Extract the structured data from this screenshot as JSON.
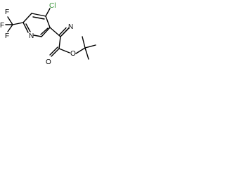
{
  "molecule": {
    "atoms": {
      "f_top": "F",
      "f_left": "F",
      "f_bottom": "F",
      "chlorine": "Cl",
      "pyridine_n": "N",
      "nitrile_n": "N",
      "carbonyl_o": "O",
      "ester_o": "O"
    },
    "colors": {
      "chlorine": "#2f8f2f",
      "bonds": "#000000",
      "text": "#000000"
    }
  }
}
